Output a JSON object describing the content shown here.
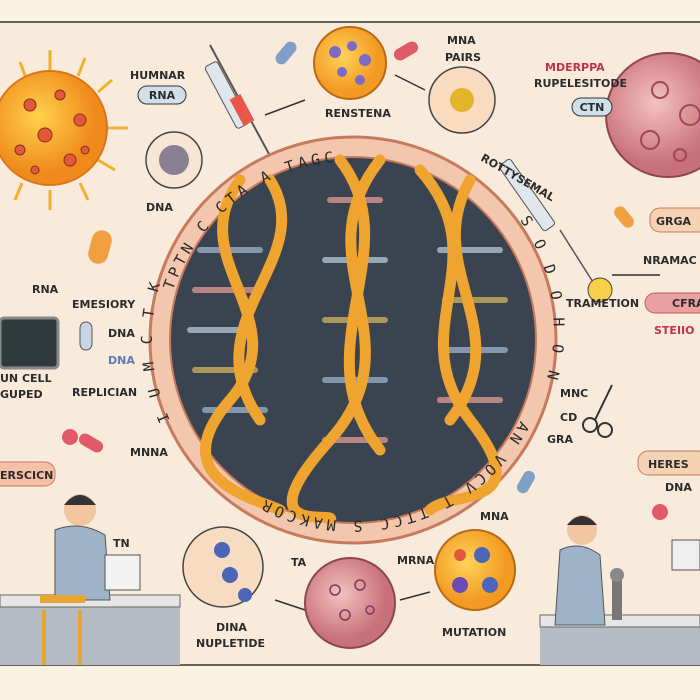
{
  "colors": {
    "background": "#fbf3e2",
    "panel": "#f8e6d6",
    "helix": "#f0a430",
    "core": "#3a4450",
    "ring": "#f3c6ae",
    "sun": "#f6a623"
  },
  "labels": {
    "humnar": "HUMNAR",
    "rna_pill": "RNA",
    "renstena": "RENSTENA",
    "mna": "MNA",
    "pairs": "PAIRS",
    "mderppa": "MDERPPA",
    "rupelesitode": "RUPELESITODE",
    "ctn_pill": "CTN",
    "dna_1": "DNA",
    "rna": "RNA",
    "emesiory": "EMESIORY",
    "dna_2": "DNA",
    "dna_3": "DNA",
    "grga_pill": "GRGA",
    "nramac": "NRAMAC",
    "trametion": "TRAMETION",
    "cfra_pill": "CFRA",
    "steiio": "STEIIO",
    "replician": "REPLICIAN",
    "un_cell": "UN CELL",
    "guped": "GUPED",
    "mnna": "MNNA",
    "erscicn_pill": "ERSCICN",
    "tn": "TN",
    "dina": "DINA",
    "nupletide": "NUPLETIDE",
    "ta": "TA",
    "mrna": "MRNA",
    "mutation": "MUTATION",
    "mna_2": "MNA",
    "mnc": "MNC",
    "cd": "CD",
    "gra": "GRA",
    "heres_pill": "HERES",
    "dna_right": "DNA",
    "rotated": "ROTTYSEMAL"
  },
  "ring_text": {
    "top": "TPTN C CTA A TAGC",
    "right": "S O D O H O N",
    "bottom": "AN VOCV T TTCC S MAKCOR",
    "left": "I U M C T K"
  }
}
